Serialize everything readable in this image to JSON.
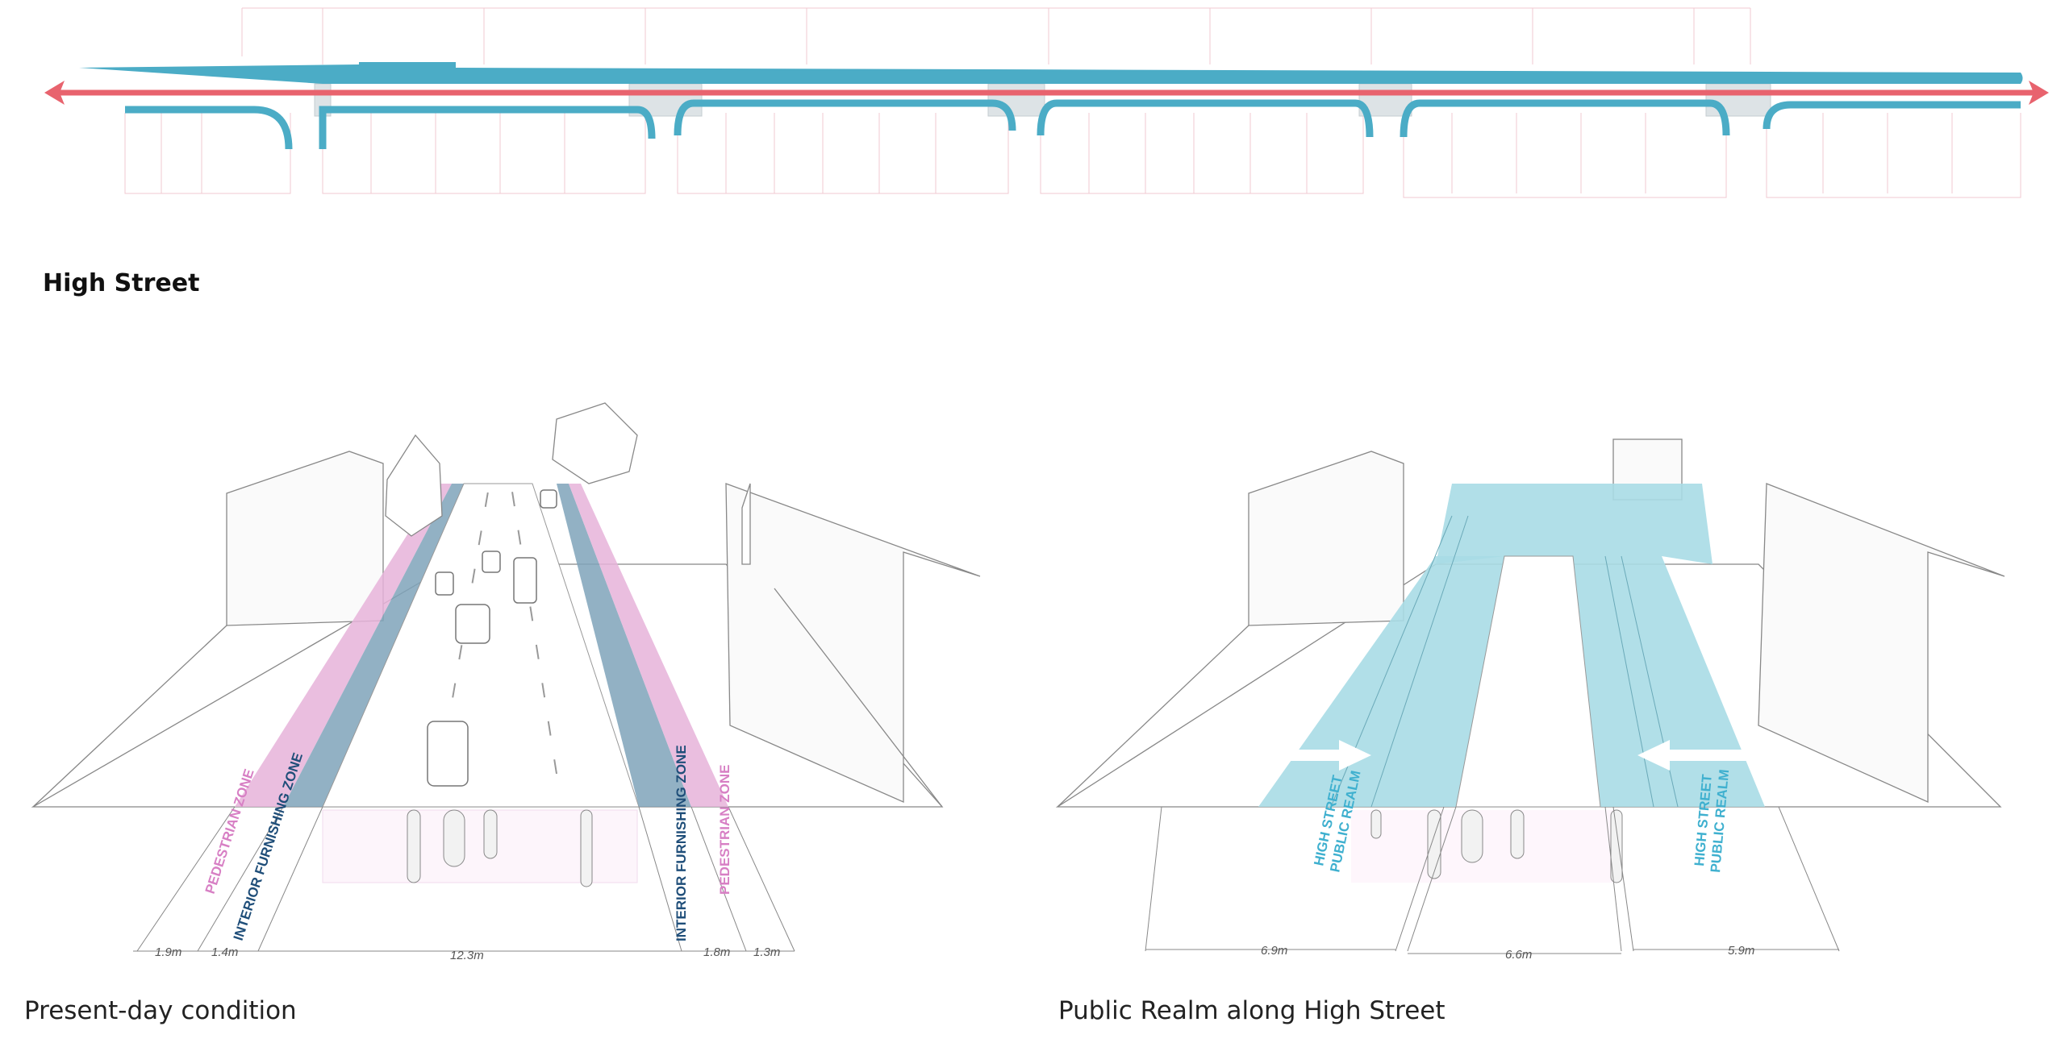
{
  "heading": "High Street",
  "captions": {
    "left": "Present-day condition",
    "right": "Public Realm along High Street"
  },
  "present_day": {
    "zone_labels": {
      "pedestrian_left": "PEDESTRIAN ZONE",
      "furnishing_left": "INTERIOR FURNISHING ZONE",
      "furnishing_right": "INTERIOR FURNISHING ZONE",
      "pedestrian_right": "PEDESTRIAN ZONE"
    },
    "dimensions": [
      "1.9m",
      "1.4m",
      "12.3m",
      "1.8m",
      "1.3m"
    ]
  },
  "public_realm": {
    "zone_labels": {
      "left_line1": "HIGH STREET",
      "left_line2": "PUBLIC REALM",
      "right_line1": "HIGH STREET",
      "right_line2": "PUBLIC REALM"
    },
    "dimensions": [
      "6.9m",
      "6.6m",
      "5.9m"
    ]
  },
  "colors": {
    "teal": "#4bacc6",
    "teal_light": "#a9dbe6",
    "red_arrow": "#e8636e",
    "pink": "#e6b3d9",
    "furnishing_blue": "#7fa3ba",
    "label_blue": "#1f4e79",
    "label_pink": "#d77fc4"
  }
}
